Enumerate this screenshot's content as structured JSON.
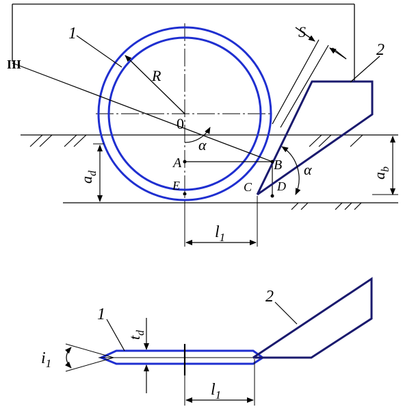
{
  "colors": {
    "line": "#000000",
    "disc": "#1f2fd0",
    "knife": "#1a1a6e"
  },
  "top_view": {
    "labels": {
      "disc_number": "1",
      "knife_number": "2",
      "radius": "R",
      "thickness": "S",
      "center": "0",
      "angle_center": "α",
      "angle_knife": "α",
      "point_a": "A",
      "point_b": "B",
      "point_c": "C",
      "point_d": "D",
      "point_e": "E",
      "roman_three": "III",
      "depth_d_main": "a",
      "depth_d_sub": "d",
      "depth_b_main": "a",
      "depth_b_sub": "b",
      "length_main": "l",
      "length_sub": "1"
    }
  },
  "bottom_view": {
    "labels": {
      "disc_number": "1",
      "knife_number": "2",
      "tilt_main": "t",
      "tilt_sub": "d",
      "angle_main": "i",
      "angle_sub": "1",
      "length_main": "l",
      "length_sub": "1"
    }
  }
}
